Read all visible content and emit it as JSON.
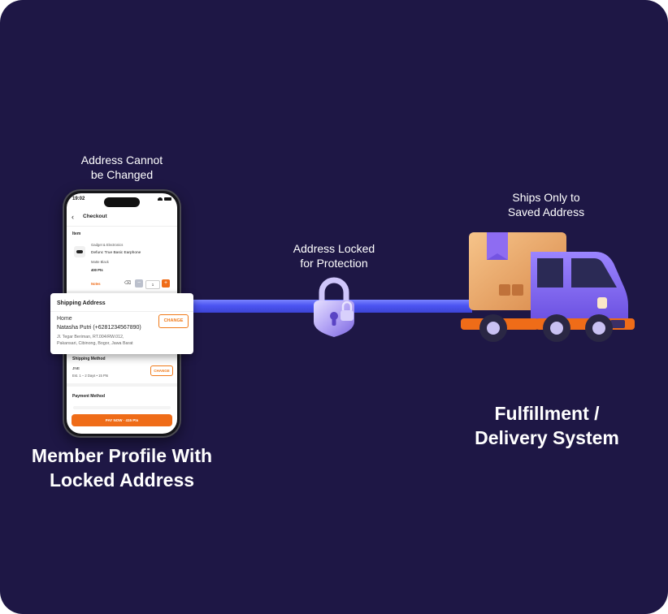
{
  "labels": {
    "cannot_change": [
      "Address Cannot",
      "be Changed"
    ],
    "locked": [
      "Address Locked",
      "for Protection"
    ],
    "ships_only": [
      "Ships Only to",
      "Saved Address"
    ],
    "member_profile": [
      "Member Profile With",
      "Locked Address"
    ],
    "fulfillment": [
      "Fulfillment /",
      "Delivery System"
    ]
  },
  "phone": {
    "time": "19:02",
    "header_title": "Checkout",
    "item": {
      "section": "Item",
      "category": "Gadget & Electronics",
      "name": "Defunc True Basic Earphone",
      "variant": "Matte Black",
      "price": "400 Pts",
      "notes_label": "Notes",
      "quantity": "1"
    },
    "shipping_method": {
      "section": "Shipping Method",
      "courier": "JNE",
      "eta": "Est. 1 – 2 Days  •  15 Pts",
      "change_label": "CHANGE"
    },
    "payment": {
      "section": "Payment Method",
      "pay_button": "PAY NOW  ·  415 Pts"
    }
  },
  "shipping_popup": {
    "title": "Shipping Address",
    "label": "Home",
    "recipient": "Natasha Putri (+6281234567890)",
    "address_line1": "Jl. Tegar Beriman, RT.004/RW.012,",
    "address_line2": "Pakansari, Cibinong, Bogor, Jawa Barat",
    "change_label": "CHANGE"
  },
  "colors": {
    "background": "#1e1745",
    "connector": "#4c55f2",
    "accent_orange": "#ef6c18",
    "truck_purple": "#7a5cf0",
    "lock_purple": "#9d8cf3"
  },
  "icons": [
    "back-arrow-icon",
    "padlock-icon",
    "delivery-truck-icon",
    "trash-icon",
    "wifi-icon",
    "battery-icon"
  ]
}
